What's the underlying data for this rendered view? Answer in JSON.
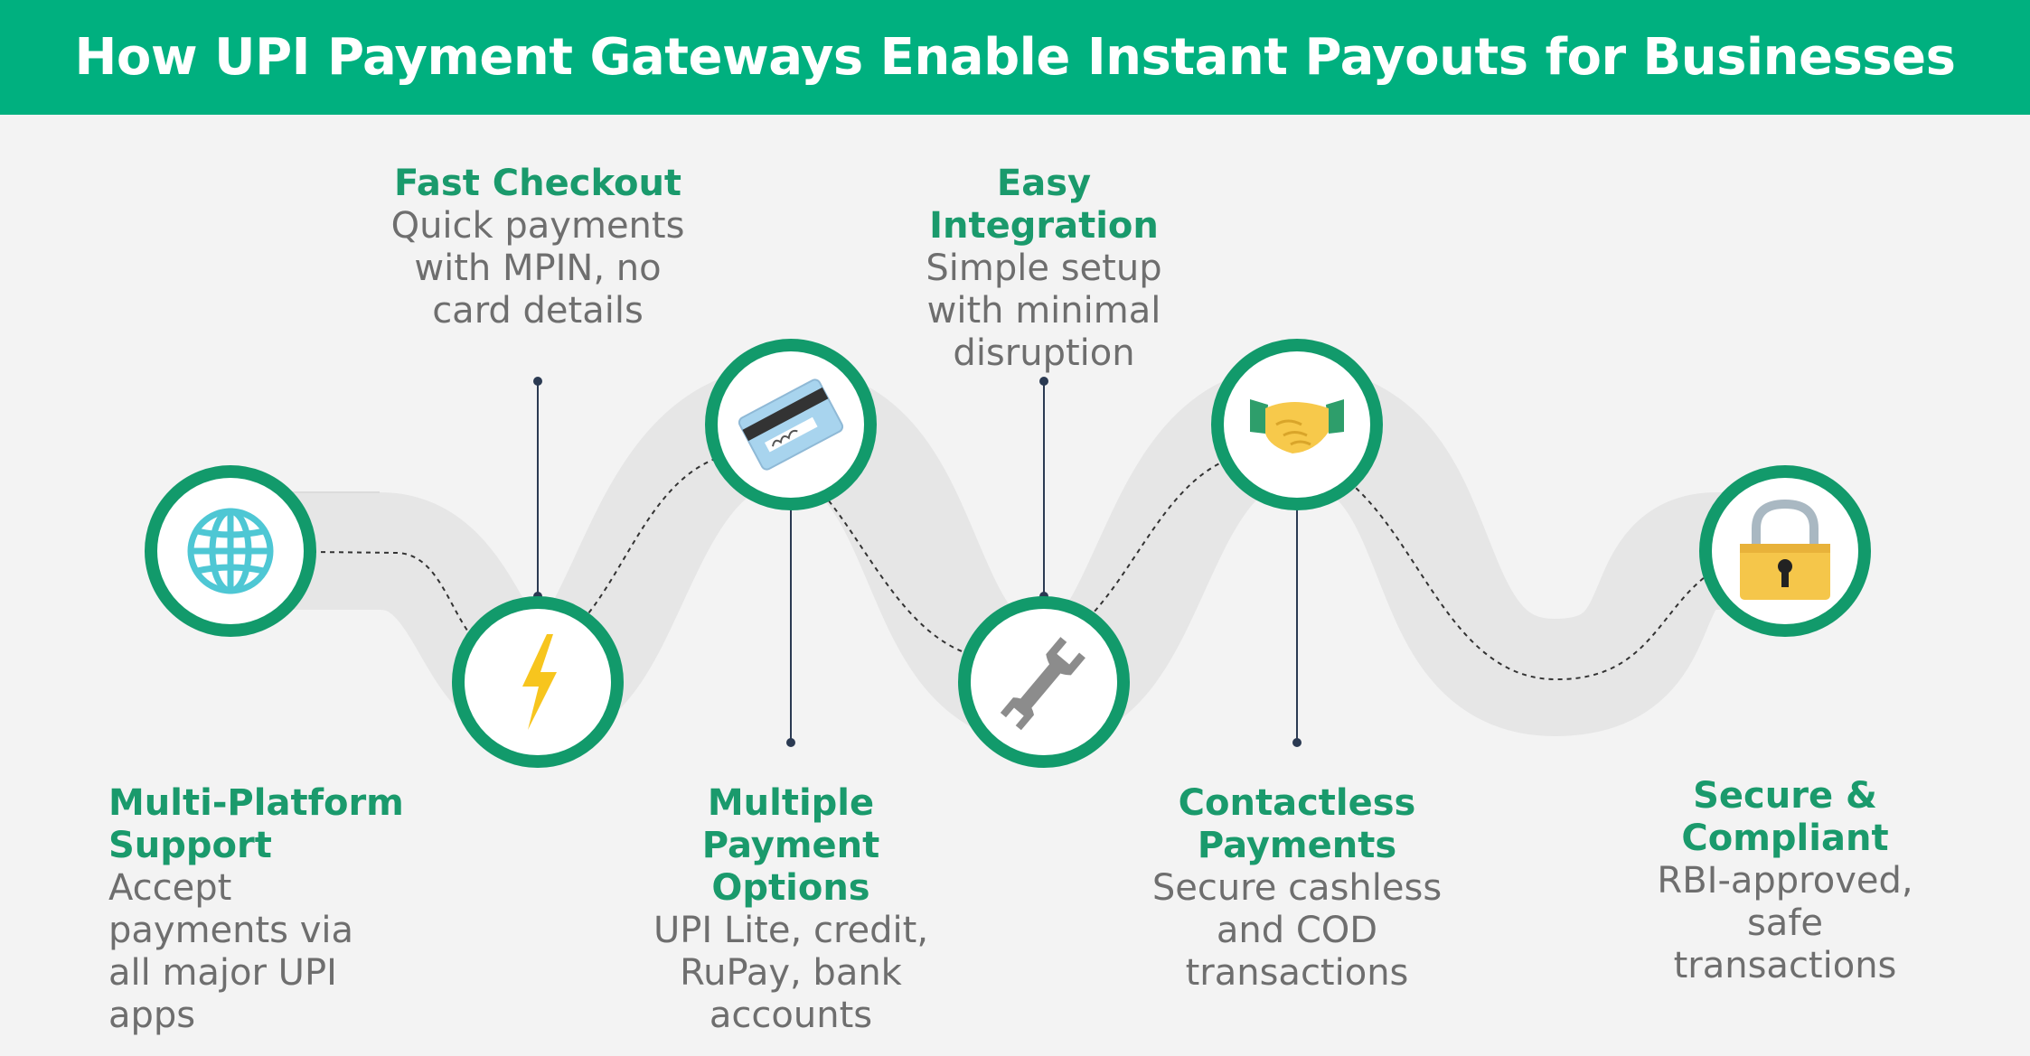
{
  "title": "How UPI Payment Gateways Enable Instant Payouts for Businesses",
  "colors": {
    "header_bg": "#00b07f",
    "accent_green": "#1a9a6c",
    "ring_green": "#129a6b",
    "road": "#e6e6e6",
    "background": "#f3f3f3"
  },
  "steps": [
    {
      "title": "Multi-Platform Support",
      "description": "Accept payments via all major UPI apps",
      "icon": "globe-icon"
    },
    {
      "title": "Fast Checkout",
      "description": "Quick payments with MPIN, no card details",
      "icon": "lightning-bolt-icon"
    },
    {
      "title": "Multiple Payment Options",
      "description": "UPI Lite, credit, RuPay, bank accounts",
      "icon": "credit-card-icon"
    },
    {
      "title": "Easy Integration",
      "description": "Simple setup with minimal disruption",
      "icon": "wrench-icon"
    },
    {
      "title": "Contactless Payments",
      "description": "Secure cashless and COD transactions",
      "icon": "handshake-icon"
    },
    {
      "title": "Secure & Compliant",
      "description": "RBI-approved, safe transactions",
      "icon": "padlock-icon"
    }
  ]
}
